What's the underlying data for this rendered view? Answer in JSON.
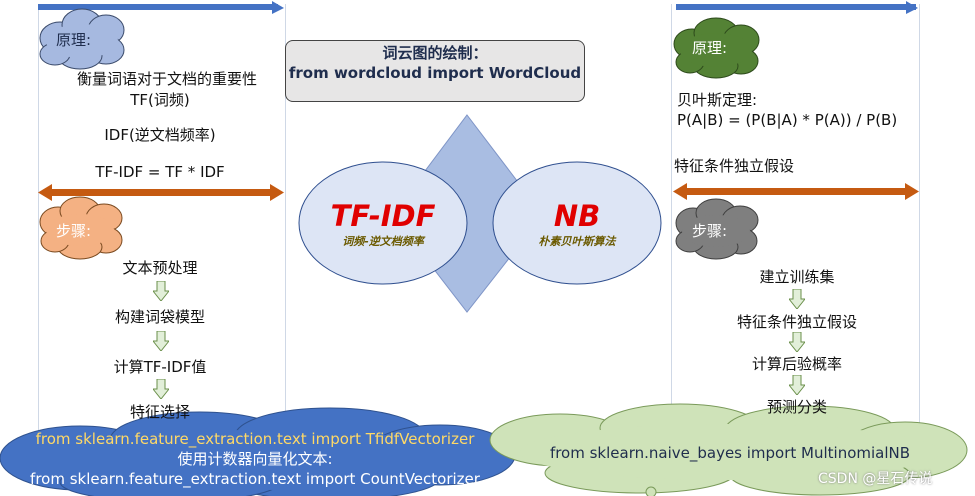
{
  "title_box": {
    "line1": "词云图的绘制：",
    "line2": "from wordcloud import WordCloud"
  },
  "left": {
    "principle_label": "原理:",
    "principle_lines": [
      "衡量词语对于文档的重要性",
      "TF(词频)",
      "IDF(逆文档频率)",
      "TF-IDF = TF * IDF"
    ],
    "steps_label": "步骤:",
    "steps": [
      "文本预处理",
      "构建词袋模型",
      "计算TF-IDF值",
      "特征选择"
    ],
    "colors": {
      "principle_cloud": "#a6b9e0",
      "steps_cloud": "#f4b183",
      "arrow": "#c55a11"
    }
  },
  "center": {
    "tfidf_title": "TF-IDF",
    "tfidf_subtitle": "词频-逆文档频率",
    "nb_title": "NB",
    "nb_subtitle": "朴素贝叶斯算法",
    "colors": {
      "ellipse": "#dde5f5",
      "diamond": "#a9bde2",
      "title": "#e00000",
      "subtitle": "#6b5a00"
    }
  },
  "right": {
    "principle_label": "原理:",
    "bayes_title": "贝叶斯定理:",
    "bayes_formula": "P(A|B) = (P(B|A) * P(A)) / P(B)",
    "assumption": "特征条件独立假设",
    "steps_label": "步骤:",
    "steps": [
      "建立训练集",
      "特征条件独立假设",
      "计算后验概率",
      "预测分类"
    ],
    "colors": {
      "principle_cloud": "#548235",
      "steps_cloud": "#7f7f7f",
      "arrow": "#c55a11"
    }
  },
  "bottom": {
    "left_line1": "from sklearn.feature_extraction.text import TfidfVectorizer",
    "left_line2": "使用计数器向量化文本:",
    "left_line3": "from sklearn.feature_extraction.text import CountVectorizer",
    "right_line": "from sklearn.naive_bayes import MultinomialNB",
    "colors": {
      "left_cloud": "#4472c4",
      "right_cloud": "#cfe3b9"
    }
  },
  "watermark": "CSDN @星石传说"
}
